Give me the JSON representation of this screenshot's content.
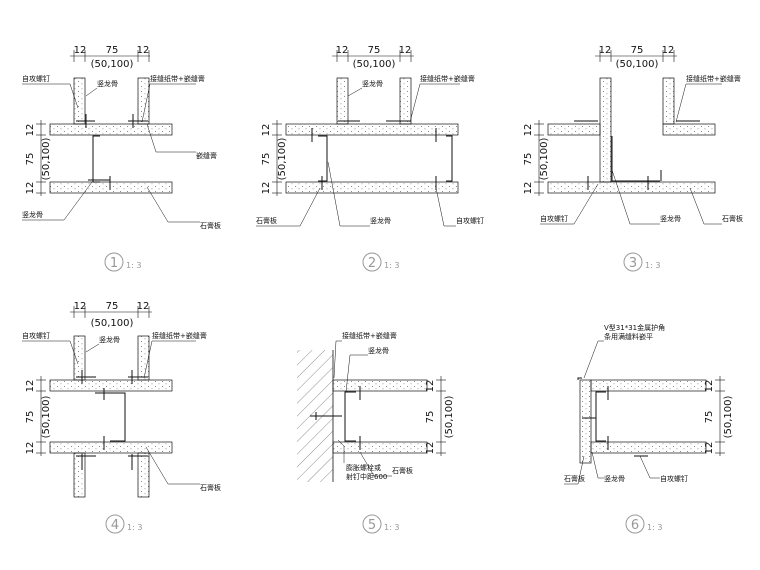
{
  "details": [
    {
      "id": "1",
      "number": "1",
      "scale": "1: 3",
      "top_dims": [
        "12",
        "75",
        "12"
      ],
      "top_sub": "(50,100)",
      "side_dims": [
        "12",
        "75",
        "(50,100)",
        "12"
      ],
      "labels": [
        "自攻螺钉",
        "竖龙骨",
        "接缝纸带+嵌缝膏",
        "嵌缝膏",
        "竖龙骨",
        "石膏板"
      ]
    },
    {
      "id": "2",
      "number": "2",
      "scale": "1: 3",
      "top_dims": [
        "12",
        "75",
        "12"
      ],
      "top_sub": "(50,100)",
      "side_dims": [
        "12",
        "75",
        "(50,100)",
        "12"
      ],
      "labels": [
        "竖龙骨",
        "接缝纸带+嵌缝膏",
        "石膏板",
        "竖龙骨",
        "自攻螺钉"
      ]
    },
    {
      "id": "3",
      "number": "3",
      "scale": "1: 3",
      "top_dims": [
        "12",
        "75",
        "12"
      ],
      "top_sub": "(50,100)",
      "side_dims": [
        "12",
        "75",
        "(50,100)",
        "12"
      ],
      "labels": [
        "接缝纸带+嵌缝膏",
        "自攻螺钉",
        "竖龙骨",
        "石膏板"
      ]
    },
    {
      "id": "4",
      "number": "4",
      "scale": "1: 3",
      "top_dims": [
        "12",
        "75",
        "12"
      ],
      "top_sub": "(50,100)",
      "side_dims": [
        "12",
        "75",
        "(50,100)",
        "12"
      ],
      "labels": [
        "自攻螺钉",
        "竖龙骨",
        "接缝纸带+嵌缝膏",
        "石膏板"
      ]
    },
    {
      "id": "5",
      "number": "5",
      "scale": "1: 3",
      "side_dims": [
        "12",
        "75",
        "(50,100)",
        "12"
      ],
      "labels": [
        "接缝纸带+嵌缝膏",
        "竖龙骨",
        "膨胀螺栓或",
        "射钉中距600",
        "石膏板"
      ]
    },
    {
      "id": "6",
      "number": "6",
      "scale": "1: 3",
      "side_dims": [
        "12",
        "75",
        "(50,100)",
        "12"
      ],
      "labels": [
        "V型31*31金属护角",
        "条用满缝料嵌平",
        "石膏板",
        "竖龙骨",
        "自攻螺钉"
      ]
    }
  ]
}
